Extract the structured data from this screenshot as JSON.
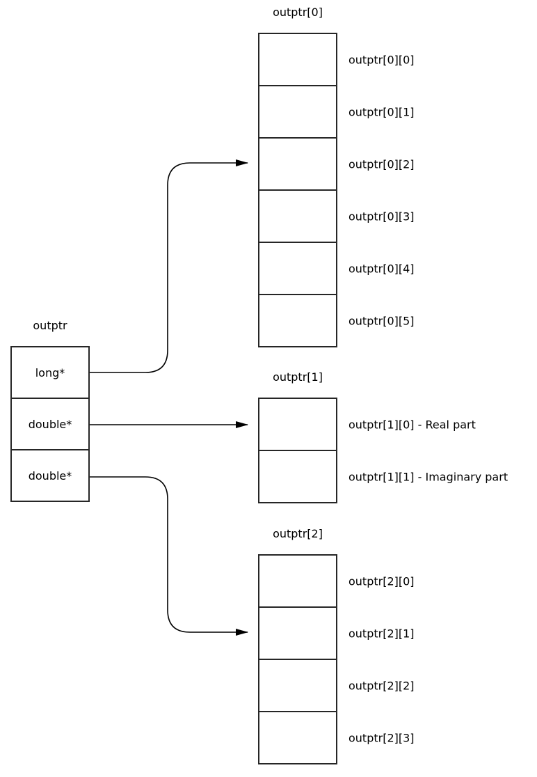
{
  "diagram": {
    "background_color": "#ffffff",
    "line_color": "#000000",
    "box_border_color": "#262626"
  },
  "pointer_table": {
    "title": "outptr",
    "cells": [
      "long*",
      "double*",
      "double*"
    ]
  },
  "arrays": [
    {
      "title": "outptr[0]",
      "cells": [
        "outptr[0][0]",
        "outptr[0][1]",
        "outptr[0][2]",
        "outptr[0][3]",
        "outptr[0][4]",
        "outptr[0][5]"
      ]
    },
    {
      "title": "outptr[1]",
      "cells": [
        "outptr[1][0] - Real part",
        "outptr[1][1] - Imaginary part"
      ]
    },
    {
      "title": "outptr[2]",
      "cells": [
        "outptr[2][0]",
        "outptr[2][1]",
        "outptr[2][2]",
        "outptr[2][3]"
      ]
    }
  ],
  "arrows": [
    {
      "from": "outptr cell long*",
      "to": "outptr[0] array"
    },
    {
      "from": "outptr cell double* (1)",
      "to": "outptr[1] array"
    },
    {
      "from": "outptr cell double* (2)",
      "to": "outptr[2] array"
    }
  ]
}
